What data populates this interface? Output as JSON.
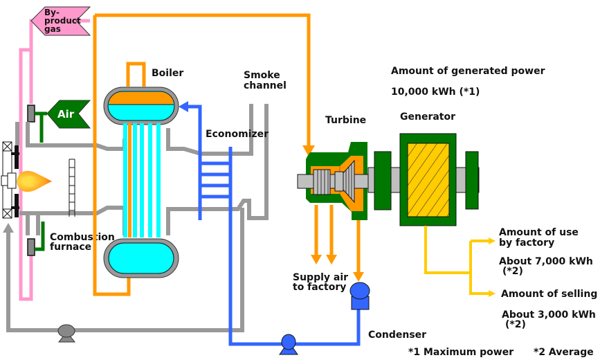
{
  "title": "Private power generation flow diagram",
  "labels": {
    "byproduct_gas": [
      "By-",
      "product",
      "gas"
    ],
    "air": "Air",
    "boiler": "Boiler",
    "smoke_channel": [
      "Smoke",
      "channel"
    ],
    "economizer": "Economizer",
    "combustion_furnace": [
      "Combustion",
      "furnace"
    ],
    "turbine": "Turbine",
    "generator": "Generator",
    "supply_air": [
      "Supply air",
      "to factory"
    ],
    "condenser": "Condenser"
  },
  "generated_power": {
    "title": "Amount of generated power",
    "value": "10,000 kWh (*1)"
  },
  "factory_use": {
    "title": [
      "Amount of use",
      "by factory"
    ],
    "value": [
      "About 7,000 kWh",
      "(*2)"
    ]
  },
  "selling": {
    "title": "Amount of selling",
    "value": [
      "About 3,000 kWh",
      "(*2)"
    ]
  },
  "notes": {
    "note1": "*1 Maximum power",
    "note2": "*2 Average"
  },
  "colors": {
    "steam": "#ff9900",
    "water": "#00ffff",
    "feedwater": "#3366ff",
    "gas_pipe": "#999999",
    "byproduct": "#ff99cc",
    "air": "#007700",
    "electricity": "#ffcc00"
  }
}
